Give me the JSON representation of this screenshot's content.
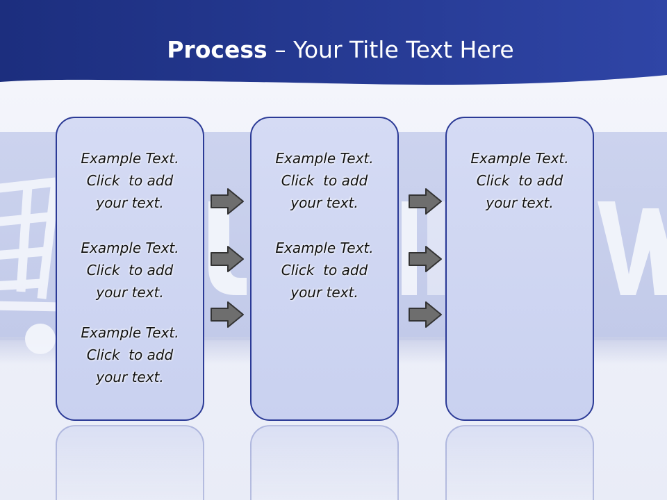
{
  "slide": {
    "title_bold": "Process",
    "title_rest": " – Your Title Text Here"
  },
  "columns": [
    {
      "blocks": [
        [
          "Example Text.",
          "Click  to add",
          "your text."
        ],
        [
          "Example Text.",
          "Click  to add",
          "your text."
        ],
        [
          "Example Text.",
          "Click  to add",
          "your text."
        ]
      ]
    },
    {
      "blocks": [
        [
          "Example Text.",
          "Click  to add",
          "your text."
        ],
        [
          "Example Text.",
          "Click  to add",
          "your text."
        ]
      ]
    },
    {
      "blocks": [
        [
          "Example Text.",
          "Click  to add",
          "your text."
        ]
      ]
    }
  ],
  "colors": {
    "header_dark": "#1c2e7e",
    "header_light": "#2f45a6",
    "box_border": "#2b3a96",
    "box_fill": "#cdd4f1",
    "arrow_fill": "#6e6e6e",
    "arrow_stroke": "#333333"
  }
}
